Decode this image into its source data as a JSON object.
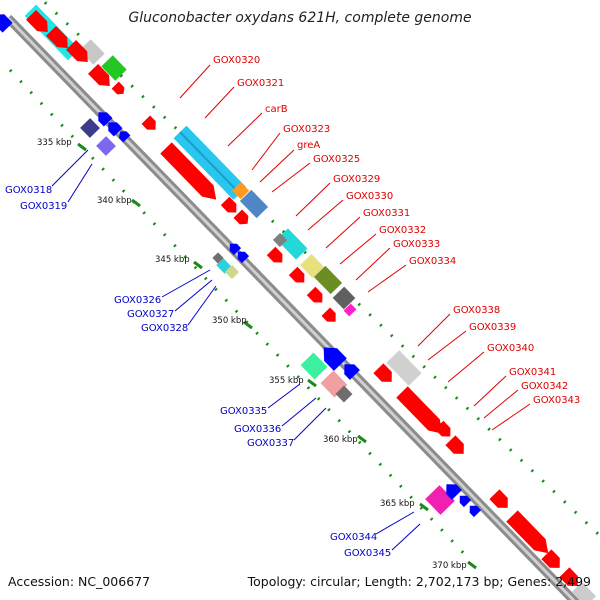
{
  "title": "Gluconobacter oxydans 621H, complete genome",
  "accession": "Accession: NC_006677",
  "topology": "Topology: circular; Length: 2,702,173 bp; Genes: 2,499",
  "ticks": [
    {
      "label": "335 kbp",
      "pos": 335
    },
    {
      "label": "340 kbp",
      "pos": 340
    },
    {
      "label": "345 kbp",
      "pos": 345
    },
    {
      "label": "350 kbp",
      "pos": 350
    },
    {
      "label": "355 kbp",
      "pos": 355
    },
    {
      "label": "360 kbp",
      "pos": 360
    },
    {
      "label": "365 kbp",
      "pos": 365
    },
    {
      "label": "370 kbp",
      "pos": 370
    }
  ],
  "forward_labels": [
    "GOX0320",
    "GOX0321",
    "carB",
    "GOX0323",
    "greA",
    "GOX0325",
    "GOX0329",
    "GOX0330",
    "GOX0331",
    "GOX0332",
    "GOX0333",
    "GOX0334",
    "GOX0338",
    "GOX0339",
    "GOX0340",
    "GOX0341",
    "GOX0342",
    "GOX0343"
  ],
  "reverse_labels": [
    "GOX0318",
    "GOX0319",
    "GOX0326",
    "GOX0327",
    "GOX0328",
    "GOX0335",
    "GOX0336",
    "GOX0337",
    "GOX0344",
    "GOX0345"
  ],
  "colors": {
    "backbone": "#8c8c8c",
    "forward_cds": "#ff0000",
    "reverse_cds": "#0000ff",
    "forward_label": "#e00000",
    "reverse_label": "#0000c8",
    "dotted_ring": "#1b8a1b"
  }
}
